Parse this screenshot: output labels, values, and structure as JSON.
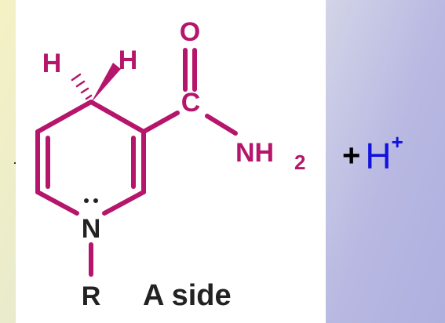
{
  "colors": {
    "bond": "#b5166b",
    "text": "#222222",
    "proton": "#1111dd"
  },
  "molecule": {
    "atom_h_left": "H",
    "atom_h_right": "H",
    "atom_o": "O",
    "atom_c": "C",
    "atom_nh": "NH",
    "atom_nh_sub": "2",
    "atom_n": "N",
    "atom_r": "R",
    "side_label": "A side"
  },
  "proton": {
    "plus": "+",
    "symbol": "H",
    "charge": "+"
  }
}
